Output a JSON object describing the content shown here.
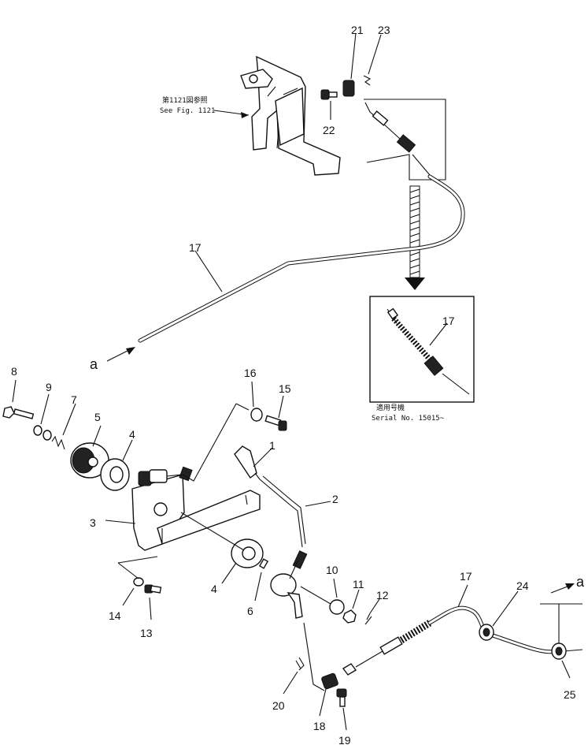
{
  "callouts": {
    "n1": "1",
    "n2": "2",
    "n3": "3",
    "n4a": "4",
    "n4b": "4",
    "n5": "5",
    "n6": "6",
    "n7": "7",
    "n8": "8",
    "n9": "9",
    "n10": "10",
    "n11": "11",
    "n12": "12",
    "n13": "13",
    "n14": "14",
    "n15": "15",
    "n16": "16",
    "n17a": "17",
    "n17b": "17",
    "n17c": "17",
    "n18": "18",
    "n19": "19",
    "n20": "20",
    "n21": "21",
    "n22": "22",
    "n23": "23",
    "n24": "24",
    "n25": "25"
  },
  "references": {
    "see_fig_jp": "第1121図参照",
    "see_fig_en": "See Fig. 1121"
  },
  "inset": {
    "serial_jp": "適用号機",
    "serial_en": "Serial No. 15015~"
  },
  "connectors": {
    "a_left": "a",
    "a_right": "a"
  }
}
